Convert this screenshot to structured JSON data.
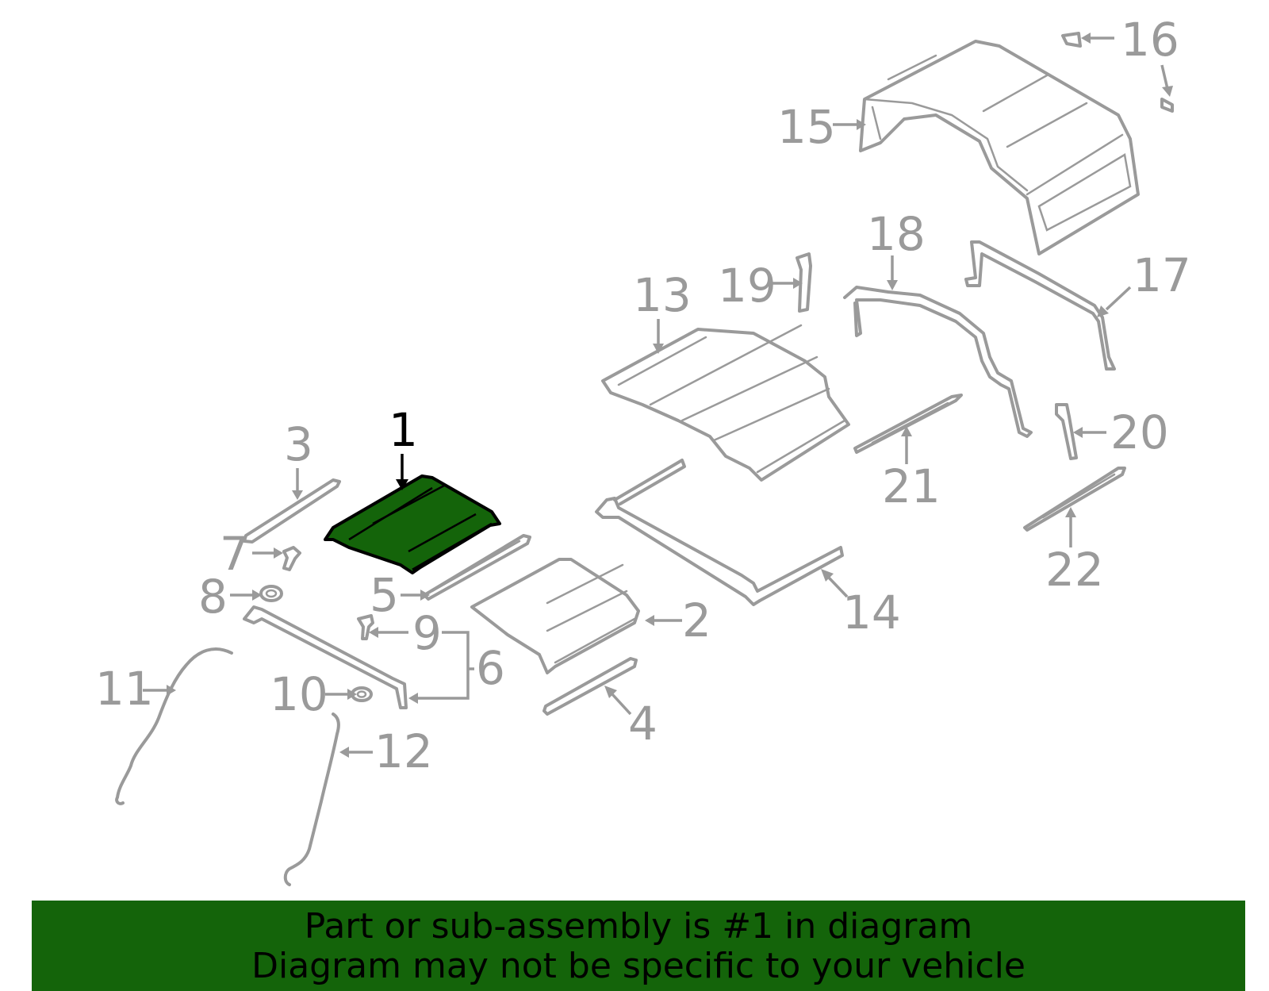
{
  "diagram": {
    "selected_part": "1",
    "highlight_color": "#14640a",
    "part_color": "#9a9a9a",
    "callouts": {
      "c1": "1",
      "c2": "2",
      "c3": "3",
      "c4": "4",
      "c5": "5",
      "c6": "6",
      "c7": "7",
      "c8": "8",
      "c9": "9",
      "c10": "10",
      "c11": "11",
      "c12": "12",
      "c13": "13",
      "c14": "14",
      "c15": "15",
      "c16": "16",
      "c17": "17",
      "c18": "18",
      "c19": "19",
      "c20": "20",
      "c21": "21",
      "c22": "22"
    }
  },
  "banner": {
    "line1": "Part or sub-assembly is #1 in diagram",
    "line2": "Diagram may not be specific to your vehicle"
  }
}
